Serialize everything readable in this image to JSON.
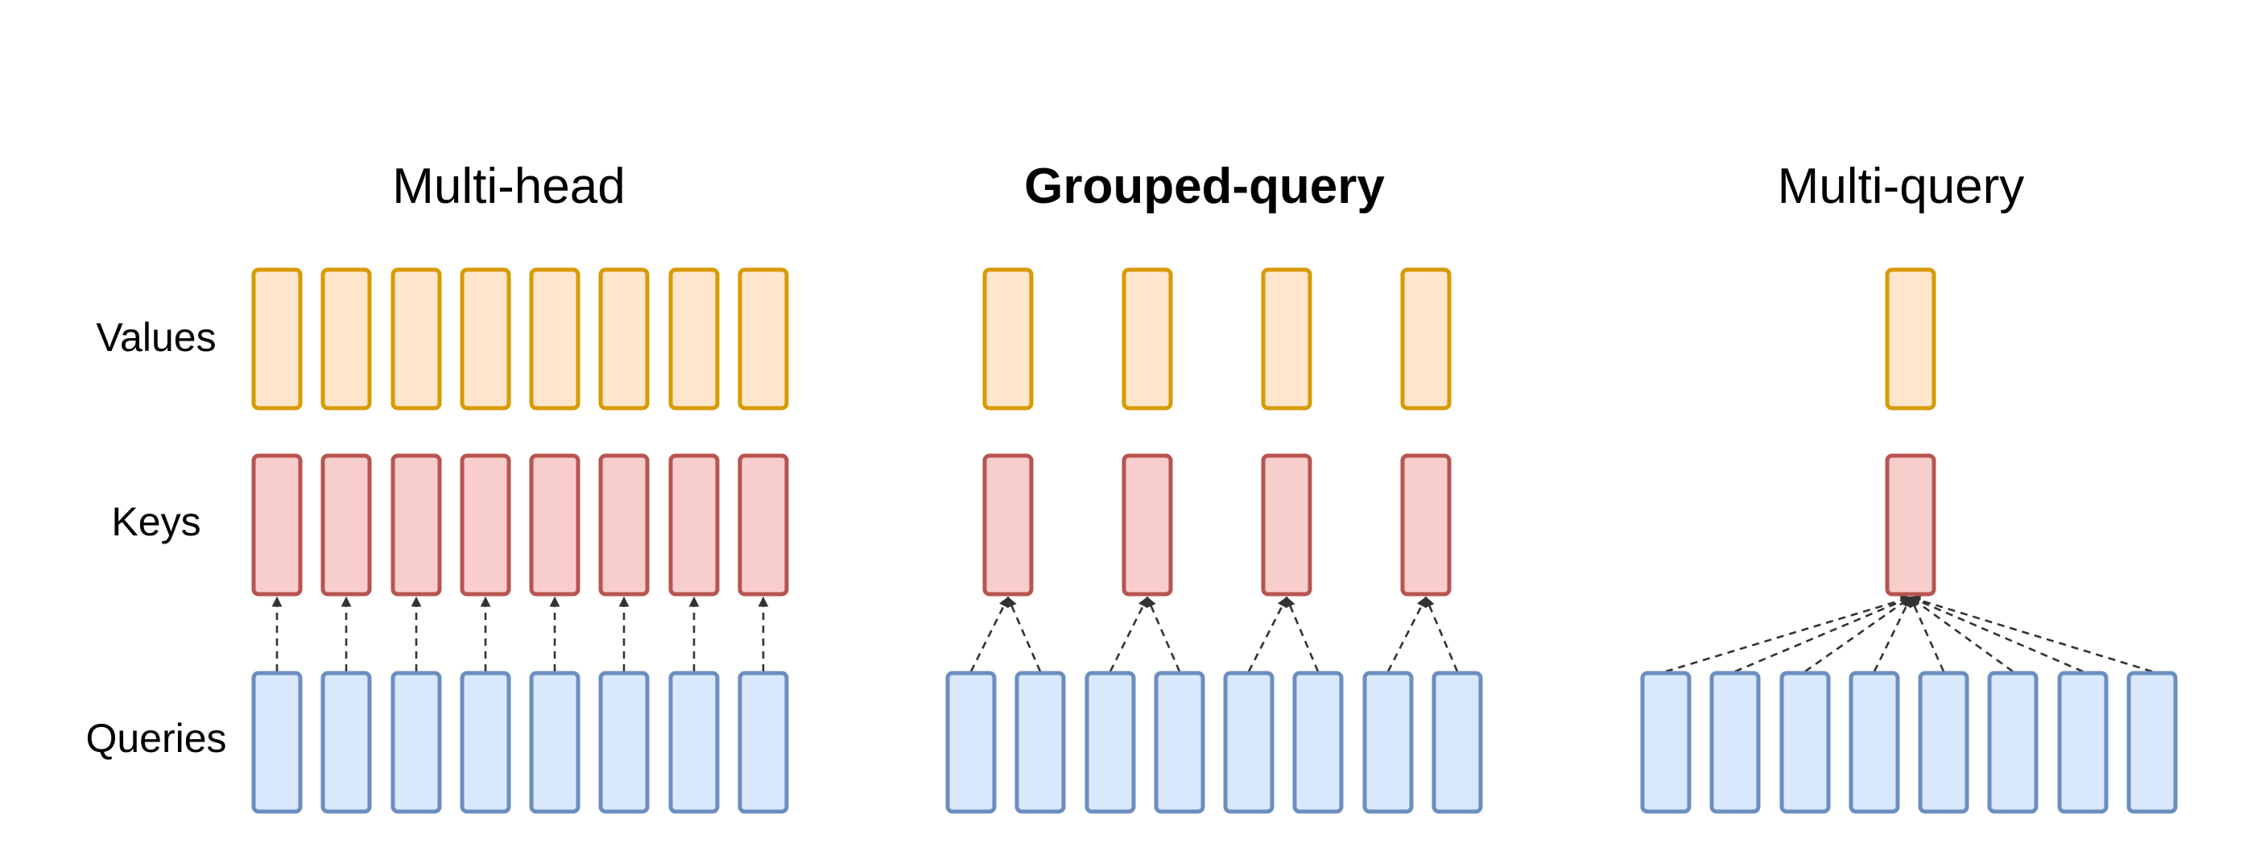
{
  "labels": {
    "values": "Values",
    "keys": "Keys",
    "queries": "Queries"
  },
  "panels": [
    {
      "id": "multi-head",
      "title": "Multi-head",
      "title_bold": false,
      "num_values": 8,
      "num_keys": 8,
      "num_queries": 8
    },
    {
      "id": "grouped-query",
      "title": "Grouped-query",
      "title_bold": true,
      "num_values": 4,
      "num_keys": 4,
      "num_queries": 8
    },
    {
      "id": "multi-query",
      "title": "Multi-query",
      "title_bold": false,
      "num_values": 1,
      "num_keys": 1,
      "num_queries": 8
    }
  ],
  "colors": {
    "values_fill": "#ffe6cc",
    "values_stroke": "#d79b00",
    "keys_fill": "#f8cecc",
    "keys_stroke": "#b85450",
    "queries_fill": "#dae8fc",
    "queries_stroke": "#6c8ebf",
    "connector": "#333333"
  }
}
